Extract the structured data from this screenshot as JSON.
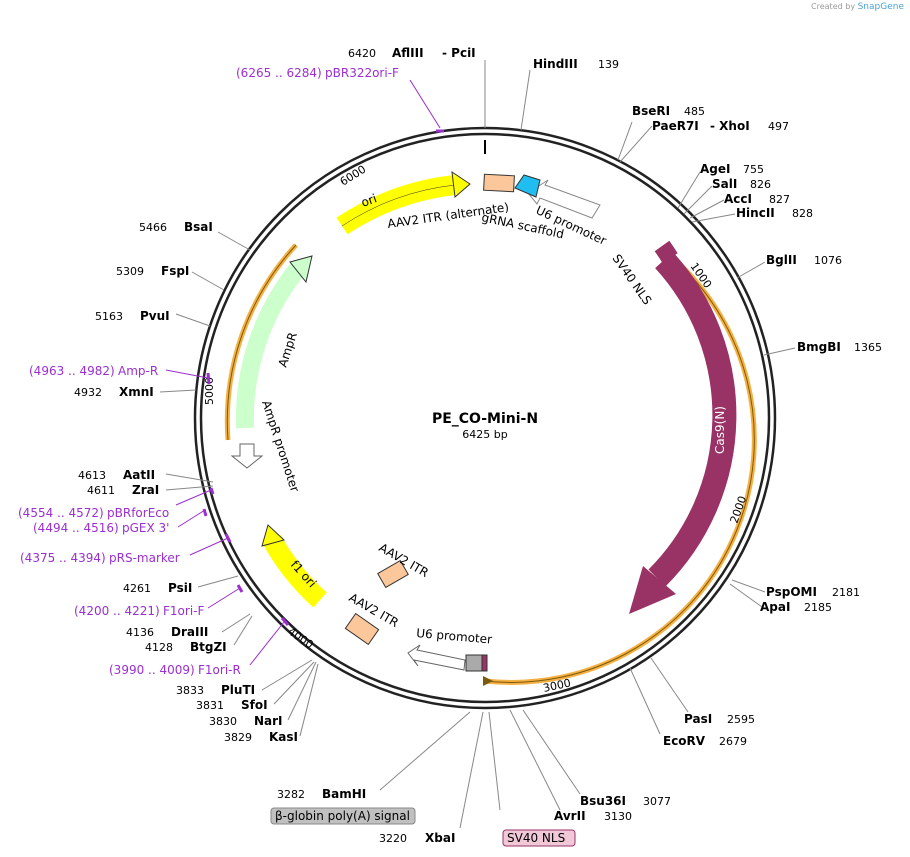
{
  "credit": {
    "prefix": "Created by",
    "brand": "SnapGene"
  },
  "plasmid": {
    "name": "PE_CO-Mini-N",
    "length_label": "6425 bp",
    "length": 6425
  },
  "ticks": [
    "1000",
    "2000",
    "3000",
    "4000",
    "5000",
    "6000"
  ],
  "sites": [
    {
      "name": "AflIII",
      "extra": "- PciI",
      "pos": "6420"
    },
    {
      "name": "HindIII",
      "pos": "139"
    },
    {
      "name": "BseRI",
      "pos": "485"
    },
    {
      "name": "PaeR7I",
      "extra": "- XhoI",
      "pos": "497"
    },
    {
      "name": "AgeI",
      "pos": "755"
    },
    {
      "name": "SalI",
      "pos": "826"
    },
    {
      "name": "AccI",
      "pos": "827"
    },
    {
      "name": "HincII",
      "pos": "828"
    },
    {
      "name": "BglII",
      "pos": "1076"
    },
    {
      "name": "BmgBI",
      "pos": "1365"
    },
    {
      "name": "PspOMI",
      "pos": "2181"
    },
    {
      "name": "ApaI",
      "pos": "2185"
    },
    {
      "name": "PasI",
      "pos": "2595"
    },
    {
      "name": "EcoRV",
      "pos": "2679"
    },
    {
      "name": "Bsu36I",
      "pos": "3077"
    },
    {
      "name": "AvrII",
      "pos": "3130"
    },
    {
      "name": "XbaI",
      "pos": "3220"
    },
    {
      "name": "BamHI",
      "pos": "3282"
    },
    {
      "name": "KasI",
      "pos": "3829"
    },
    {
      "name": "NarI",
      "pos": "3830"
    },
    {
      "name": "SfoI",
      "pos": "3831"
    },
    {
      "name": "PluTI",
      "pos": "3833"
    },
    {
      "name": "BtgZI",
      "pos": "4128"
    },
    {
      "name": "DraIII",
      "pos": "4136"
    },
    {
      "name": "PsiI",
      "pos": "4261"
    },
    {
      "name": "ZraI",
      "pos": "4611"
    },
    {
      "name": "AatII",
      "pos": "4613"
    },
    {
      "name": "XmnI",
      "pos": "4932"
    },
    {
      "name": "PvuI",
      "pos": "5163"
    },
    {
      "name": "FspI",
      "pos": "5309"
    },
    {
      "name": "BsaI",
      "pos": "5466"
    }
  ],
  "primers": [
    {
      "range": "(6265 .. 6284)",
      "name": "pBR322ori-F"
    },
    {
      "range": "(4963 .. 4982)",
      "name": "Amp-R"
    },
    {
      "range": "(4554 .. 4572)",
      "name": "pBRforEco"
    },
    {
      "range": "(4494 .. 4516)",
      "name": "pGEX 3'"
    },
    {
      "range": "(4375 .. 4394)",
      "name": "pRS-marker"
    },
    {
      "range": "(4200 .. 4221)",
      "name": "F1ori-F"
    },
    {
      "range": "(3990 .. 4009)",
      "name": "F1ori-R"
    }
  ],
  "features": [
    {
      "name": "ori",
      "color": "#ffff00"
    },
    {
      "name": "AAV2 ITR (alternate)",
      "color": "#fcc89b"
    },
    {
      "name": "gRNA scaffold",
      "color": "#1fbdf0"
    },
    {
      "name": "U6 promoter",
      "color": "#ffffff"
    },
    {
      "name": "SV40 NLS",
      "color": "#993366"
    },
    {
      "name": "Cas9(N)",
      "color": "#993366"
    },
    {
      "name": "AmpR",
      "color": "#ccffcc"
    },
    {
      "name": "AmpR promoter",
      "color": "#ffffff"
    },
    {
      "name": "f1 ori",
      "color": "#ffff00"
    },
    {
      "name": "AAV2 ITR",
      "color": "#fcc89b"
    },
    {
      "name": "AAV2 ITR",
      "color": "#fcc89b"
    },
    {
      "name": "U6 promoter",
      "color": "#ffffff"
    }
  ],
  "boxed_labels": [
    {
      "name": "β-globin poly(A) signal",
      "color": "#c0c0c0"
    },
    {
      "name": "SV40 NLS",
      "color": "#f0c8d8"
    }
  ],
  "orf_color": "#f5b041"
}
